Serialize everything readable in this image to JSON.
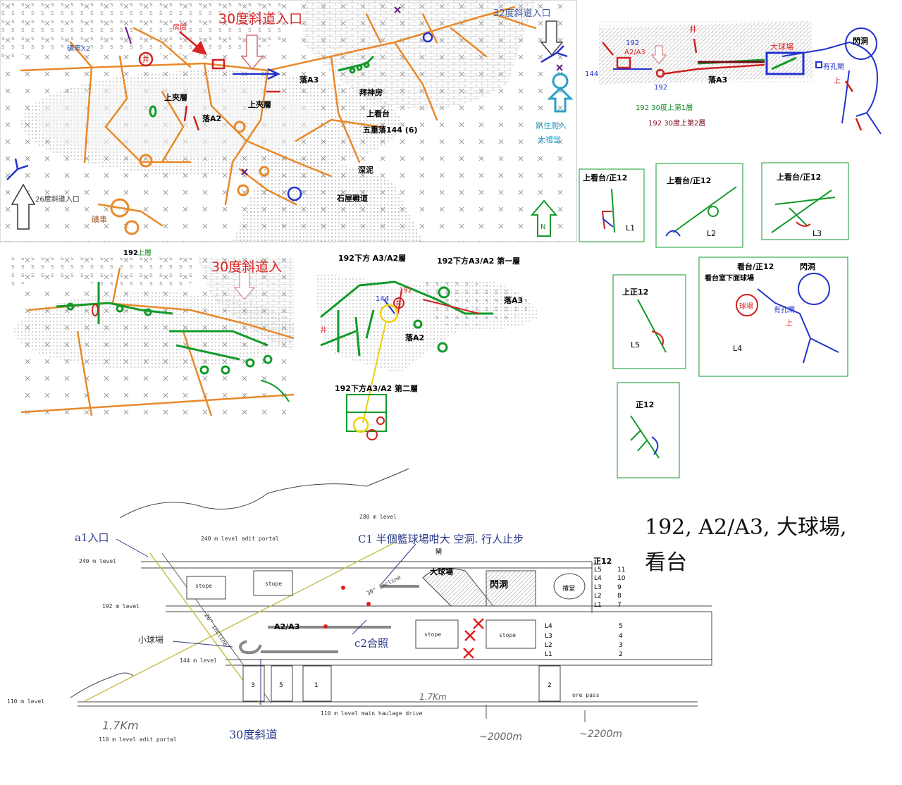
{
  "main_map": {
    "incline30": "30度斜道入口",
    "incline32": "32度斜道入口",
    "incline26": "26度斜道入口",
    "room": "房間",
    "x2": "礦車X2",
    "upper_mezz_1": "上夾層",
    "upper_mezz_2": "上夾層",
    "drop_a2": "落A2",
    "drop_a3": "落A3",
    "worship": "拜神房",
    "upper_stand": "上看台",
    "five_layer": "五重落144 (6)",
    "deep_mud": "深泥",
    "stone_house": "石屋雞道",
    "mine_cart": "礦車",
    "crawl_1": "趴住爬入",
    "crawl_2": "大禮堂",
    "north": "N",
    "well": "井"
  },
  "topright": {
    "n192": "192",
    "a2a3": "A2/A3",
    "n144": "144",
    "n192b": "192",
    "well": "井",
    "drop_a3": "落A3",
    "big_court": "大球場",
    "flash_cave": "閃洞",
    "hole_gate": "有孔閘",
    "up": "上",
    "legend1": "192 30度上第1層",
    "legend2": "192 30度上第2層"
  },
  "panels": {
    "p1_title": "上看台/正12",
    "p1_tag": "L1",
    "p2_title": "上看台/正12",
    "p2_tag": "L2",
    "p3_title": "上看台/正12",
    "p3_tag": "L3",
    "p4_title": "看台/正12",
    "p4_sub": "看台室下面球場",
    "p4_flash": "閃洞",
    "p4_ball": "球場",
    "p4_gate": "有孔閘",
    "p4_up": "上",
    "p4_tag": "L4",
    "p5_title": "上正12",
    "p5_tag": "L5",
    "p6_title": "正12"
  },
  "mid_left": {
    "title_192": "192",
    "title_layer": "上層",
    "incline30": "30度斜道入"
  },
  "mid_center": {
    "title_a": "192下方 A3/A2層",
    "title_b": "192下方A3/A2 第一層",
    "n192": "192",
    "n144": "144",
    "well": "井",
    "well2": "井",
    "drop_a3": "落A3",
    "drop_a2": "落A2",
    "title_second": "192下方A3/A2 第二層"
  },
  "section": {
    "title_line1": "192, A2/A3, 大球場,",
    "title_line2": "看台",
    "a1_entry": "a1入口",
    "c1_note": "C1 半個籃球場咁大 空洞. 行人止步",
    "c2": "c2合照",
    "small_court": "小球場",
    "a2a3": "A2/A3",
    "incline30": "30度斜道",
    "l280": "280 m level",
    "l240": "240 m level",
    "l240portal": "240 m level adit portal",
    "l192": "192 m level",
    "l144": "144 m level",
    "l110": "110 m level",
    "l110portal": "110 m level adit portal",
    "l110drive": "110 m level main haulage drive",
    "incline26": "26° incline",
    "incline30en": "30° incline",
    "stope": "stope",
    "big_court": "大球場",
    "flash_cave": "閃洞",
    "hall": "禮堂",
    "gate": "閘",
    "zheng12": "正12",
    "right_levels": [
      "L5",
      "L4",
      "L3",
      "L2",
      "L1"
    ],
    "right_nums": [
      "11",
      "10",
      "9",
      "8",
      "7"
    ],
    "lower_levels": [
      "L4",
      "L3",
      "L2",
      "L1"
    ],
    "lower_nums": [
      "5",
      "4",
      "3",
      "2"
    ],
    "dist": "1.7Km",
    "dist2": "1.7Km",
    "d2000": "~2000m",
    "d2200": "~2200m",
    "ore_pass": "ore pass",
    "chute_nums": [
      "3",
      "5",
      "1",
      "2"
    ]
  },
  "colors": {
    "orange": "#e8892a",
    "green": "#129a2a",
    "red": "#d02020",
    "blue": "#2233cc",
    "purple": "#7a2aa8"
  }
}
